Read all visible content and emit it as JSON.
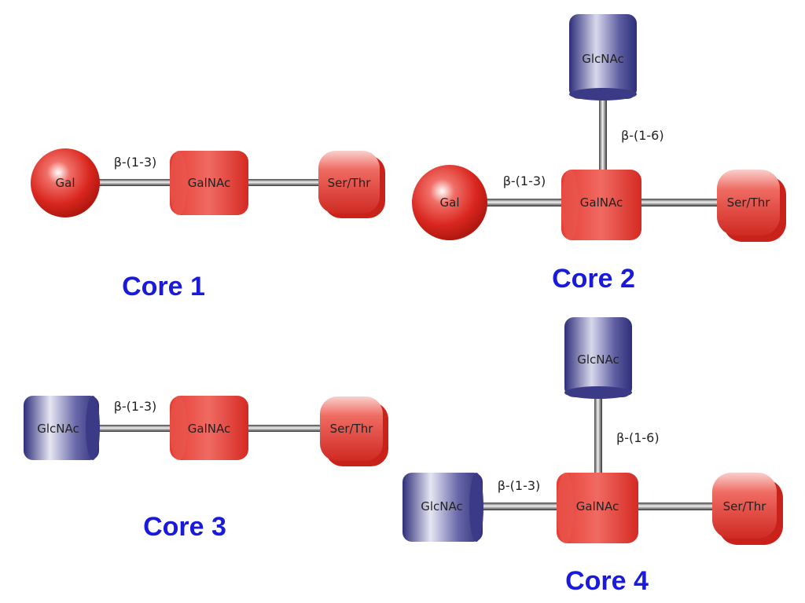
{
  "labels": {
    "gal": "Gal",
    "galnac": "GalNAc",
    "glcnac": "GlcNAc",
    "serthr": "Ser/Thr",
    "beta13": "β-(1-3)",
    "beta16": "β-(1-6)"
  },
  "cores": [
    {
      "title": "Core 1"
    },
    {
      "title": "Core 2"
    },
    {
      "title": "Core 3"
    },
    {
      "title": "Core 4"
    }
  ],
  "colors": {
    "red": "#e0342c",
    "blue": "#3a3a8c",
    "title": "#1a1adc",
    "linker": "#555555"
  }
}
